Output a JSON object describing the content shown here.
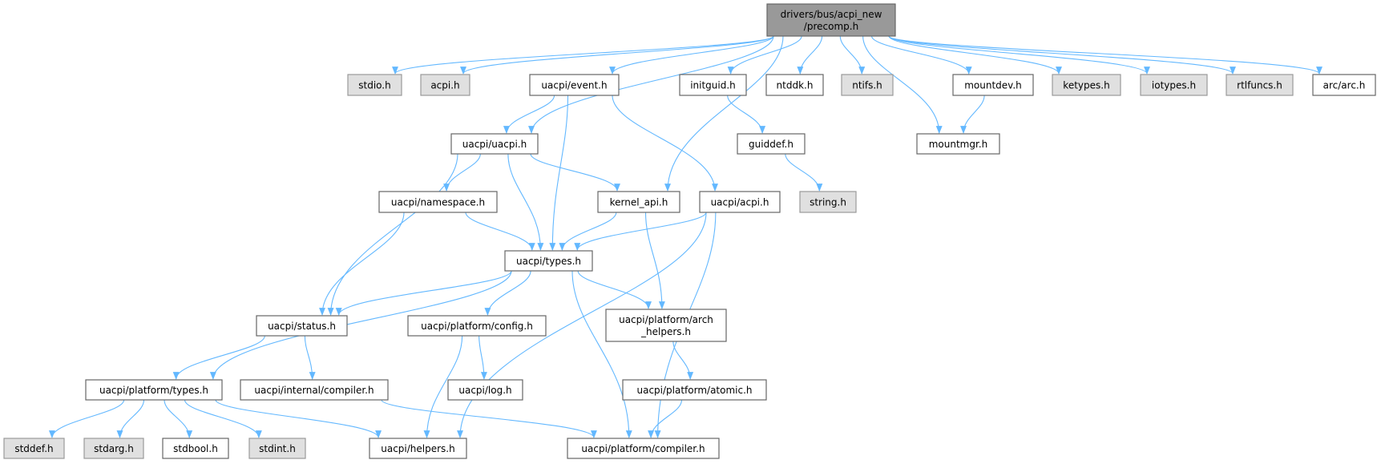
{
  "graph": {
    "title": "drivers/bus/acpi_new/precomp.h",
    "colors": {
      "edge": "#63b8ff",
      "root_fill": "#999999",
      "root_border": "#666666",
      "external_fill": "#e0e0e0",
      "external_border": "#999999",
      "node_fill": "#ffffff",
      "node_border": "#666666"
    },
    "nodes": [
      {
        "id": "precomp",
        "lines": [
          "drivers/bus/acpi_new",
          "/precomp.h"
        ],
        "kind": "root"
      },
      {
        "id": "stdio",
        "lines": [
          "stdio.h"
        ],
        "kind": "external"
      },
      {
        "id": "acpi",
        "lines": [
          "acpi.h"
        ],
        "kind": "external"
      },
      {
        "id": "event",
        "lines": [
          "uacpi/event.h"
        ],
        "kind": "normal"
      },
      {
        "id": "initguid",
        "lines": [
          "initguid.h"
        ],
        "kind": "normal"
      },
      {
        "id": "ntddk",
        "lines": [
          "ntddk.h"
        ],
        "kind": "normal"
      },
      {
        "id": "ntifs",
        "lines": [
          "ntifs.h"
        ],
        "kind": "external"
      },
      {
        "id": "mountdev",
        "lines": [
          "mountdev.h"
        ],
        "kind": "normal"
      },
      {
        "id": "ketypes",
        "lines": [
          "ketypes.h"
        ],
        "kind": "external"
      },
      {
        "id": "iotypes",
        "lines": [
          "iotypes.h"
        ],
        "kind": "external"
      },
      {
        "id": "rtlfuncs",
        "lines": [
          "rtlfuncs.h"
        ],
        "kind": "external"
      },
      {
        "id": "arc",
        "lines": [
          "arc/arc.h"
        ],
        "kind": "normal"
      },
      {
        "id": "uacpi",
        "lines": [
          "uacpi/uacpi.h"
        ],
        "kind": "normal"
      },
      {
        "id": "guiddef",
        "lines": [
          "guiddef.h"
        ],
        "kind": "normal"
      },
      {
        "id": "mountmgr",
        "lines": [
          "mountmgr.h"
        ],
        "kind": "normal"
      },
      {
        "id": "namespace",
        "lines": [
          "uacpi/namespace.h"
        ],
        "kind": "normal"
      },
      {
        "id": "kernel_api",
        "lines": [
          "kernel_api.h"
        ],
        "kind": "normal"
      },
      {
        "id": "uacpi_acpi",
        "lines": [
          "uacpi/acpi.h"
        ],
        "kind": "normal"
      },
      {
        "id": "string",
        "lines": [
          "string.h"
        ],
        "kind": "external"
      },
      {
        "id": "types",
        "lines": [
          "uacpi/types.h"
        ],
        "kind": "normal"
      },
      {
        "id": "status",
        "lines": [
          "uacpi/status.h"
        ],
        "kind": "normal"
      },
      {
        "id": "config",
        "lines": [
          "uacpi/platform/config.h"
        ],
        "kind": "normal"
      },
      {
        "id": "arch_helpers",
        "lines": [
          "uacpi/platform/arch",
          "_helpers.h"
        ],
        "kind": "normal"
      },
      {
        "id": "ptypes",
        "lines": [
          "uacpi/platform/types.h"
        ],
        "kind": "normal"
      },
      {
        "id": "icompiler",
        "lines": [
          "uacpi/internal/compiler.h"
        ],
        "kind": "normal"
      },
      {
        "id": "log",
        "lines": [
          "uacpi/log.h"
        ],
        "kind": "normal"
      },
      {
        "id": "atomic",
        "lines": [
          "uacpi/platform/atomic.h"
        ],
        "kind": "normal"
      },
      {
        "id": "stddef",
        "lines": [
          "stddef.h"
        ],
        "kind": "external"
      },
      {
        "id": "stdarg",
        "lines": [
          "stdarg.h"
        ],
        "kind": "external"
      },
      {
        "id": "stdbool",
        "lines": [
          "stdbool.h"
        ],
        "kind": "normal"
      },
      {
        "id": "stdint",
        "lines": [
          "stdint.h"
        ],
        "kind": "external"
      },
      {
        "id": "helpers",
        "lines": [
          "uacpi/helpers.h"
        ],
        "kind": "normal"
      },
      {
        "id": "pcompiler",
        "lines": [
          "uacpi/platform/compiler.h"
        ],
        "kind": "normal"
      }
    ],
    "edges": [
      [
        "precomp",
        "stdio"
      ],
      [
        "precomp",
        "acpi"
      ],
      [
        "precomp",
        "event"
      ],
      [
        "precomp",
        "uacpi"
      ],
      [
        "precomp",
        "kernel_api"
      ],
      [
        "precomp",
        "initguid"
      ],
      [
        "precomp",
        "ntddk"
      ],
      [
        "precomp",
        "ntifs"
      ],
      [
        "precomp",
        "mountmgr"
      ],
      [
        "precomp",
        "mountdev"
      ],
      [
        "precomp",
        "ketypes"
      ],
      [
        "precomp",
        "iotypes"
      ],
      [
        "precomp",
        "rtlfuncs"
      ],
      [
        "precomp",
        "arc"
      ],
      [
        "event",
        "uacpi"
      ],
      [
        "event",
        "types"
      ],
      [
        "event",
        "uacpi_acpi"
      ],
      [
        "uacpi",
        "status"
      ],
      [
        "uacpi",
        "namespace"
      ],
      [
        "uacpi",
        "types"
      ],
      [
        "uacpi",
        "kernel_api"
      ],
      [
        "initguid",
        "guiddef"
      ],
      [
        "guiddef",
        "string"
      ],
      [
        "mountdev",
        "mountmgr"
      ],
      [
        "namespace",
        "status"
      ],
      [
        "namespace",
        "types"
      ],
      [
        "kernel_api",
        "types"
      ],
      [
        "kernel_api",
        "arch_helpers"
      ],
      [
        "uacpi_acpi",
        "types"
      ],
      [
        "uacpi_acpi",
        "helpers"
      ],
      [
        "uacpi_acpi",
        "pcompiler"
      ],
      [
        "types",
        "status"
      ],
      [
        "types",
        "ptypes"
      ],
      [
        "types",
        "config"
      ],
      [
        "types",
        "arch_helpers"
      ],
      [
        "types",
        "pcompiler"
      ],
      [
        "status",
        "ptypes"
      ],
      [
        "status",
        "icompiler"
      ],
      [
        "config",
        "log"
      ],
      [
        "config",
        "helpers"
      ],
      [
        "arch_helpers",
        "atomic"
      ],
      [
        "ptypes",
        "stddef"
      ],
      [
        "ptypes",
        "stdarg"
      ],
      [
        "ptypes",
        "stdbool"
      ],
      [
        "ptypes",
        "stdint"
      ],
      [
        "ptypes",
        "helpers"
      ],
      [
        "icompiler",
        "pcompiler"
      ],
      [
        "atomic",
        "pcompiler"
      ]
    ]
  }
}
